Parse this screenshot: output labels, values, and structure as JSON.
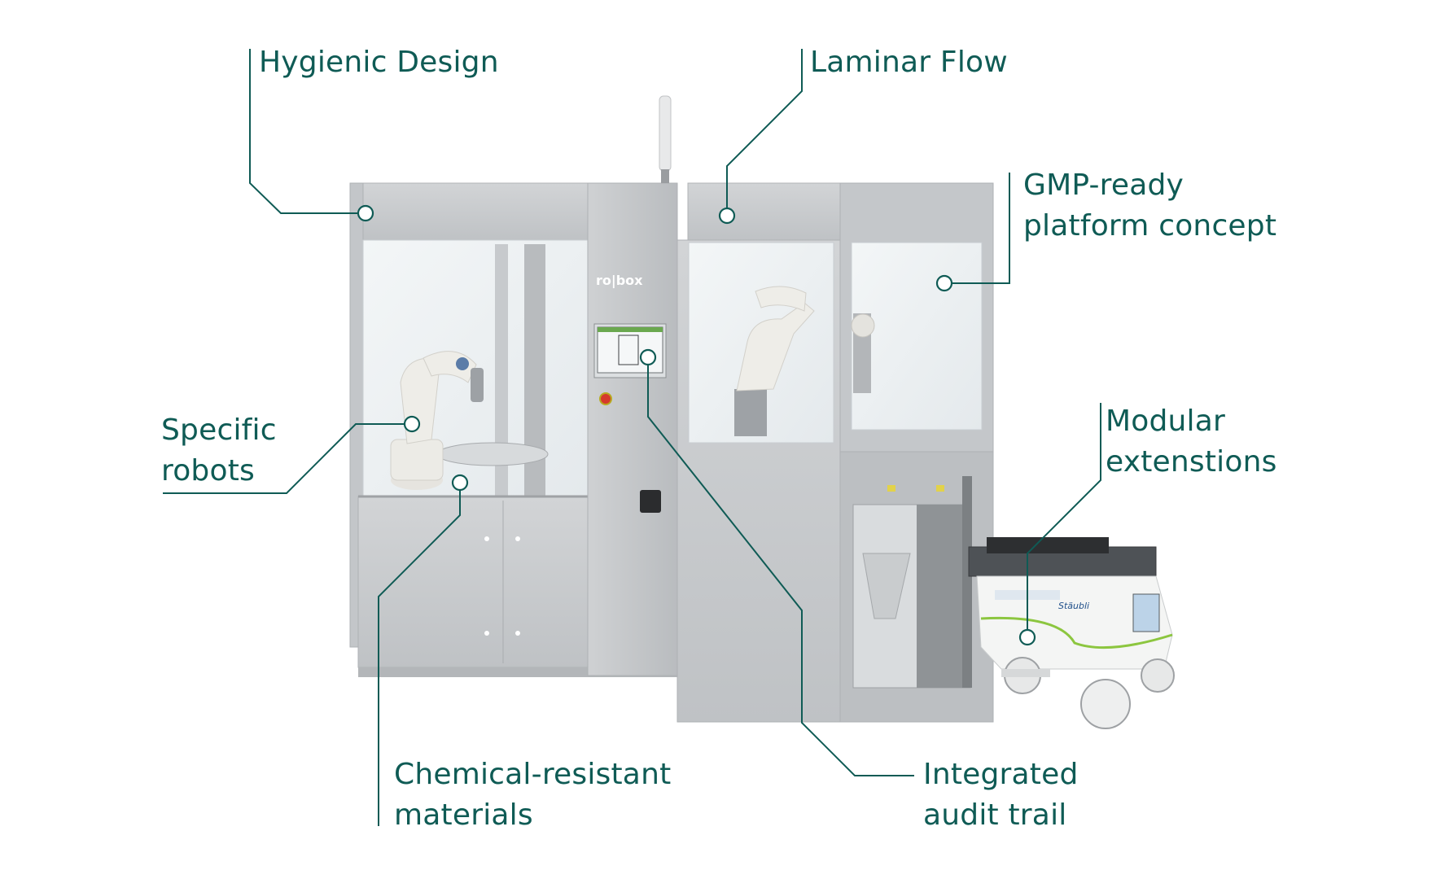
{
  "callouts": {
    "hygienic_design": [
      "Hygienic Design"
    ],
    "laminar_flow": [
      "Laminar Flow"
    ],
    "gmp_ready": [
      "GMP-ready",
      "platform concept"
    ],
    "specific_robots": [
      "Specific",
      "robots"
    ],
    "modular_extensions": [
      "Modular",
      "extenstions"
    ],
    "chemical_resistant": [
      "Chemical-resistant",
      "materials"
    ],
    "audit_trail": [
      "Integrated",
      "audit trail"
    ]
  },
  "machine": {
    "logo_text": "ro|box",
    "agv_brand": "Stäubli"
  },
  "colors": {
    "accent": "#0f5b55",
    "steel": "#c9cbcd",
    "steel_dark": "#a9acaf",
    "glass": "#eef2f4",
    "robot": "#eceae4",
    "agv_green": "#8cc63f",
    "estop": "#d63a2c"
  }
}
